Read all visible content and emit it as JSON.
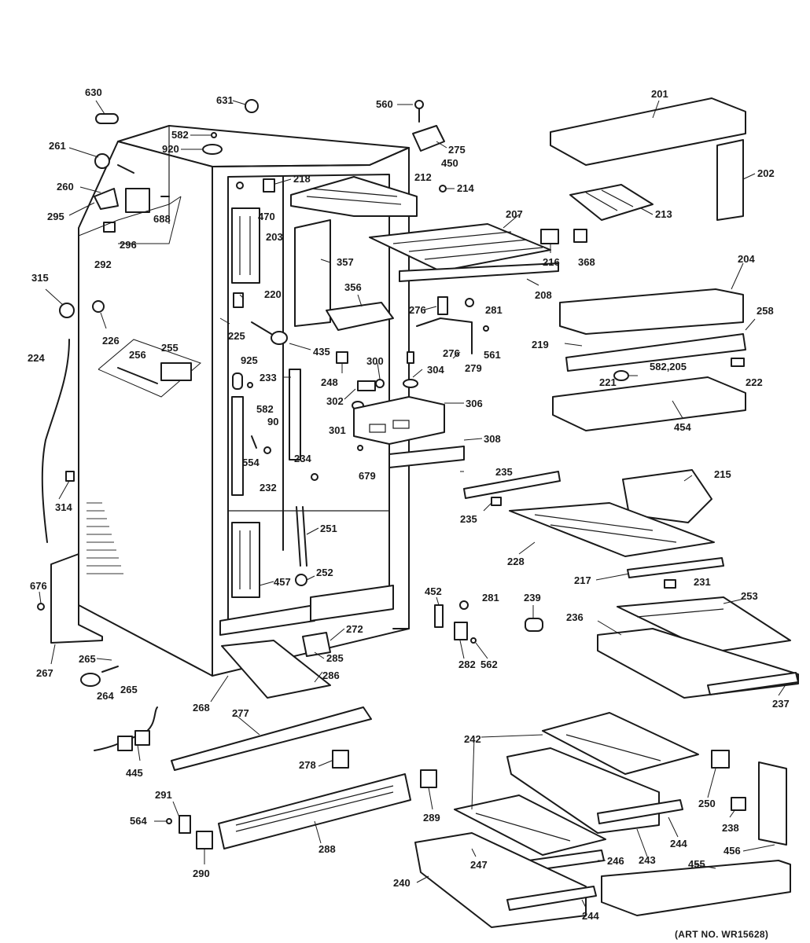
{
  "art_number": "(ART NO. WR15628)",
  "part_labels": {
    "p630": "630",
    "p631": "631",
    "p560": "560",
    "p201": "201",
    "p582a": "582",
    "p920": "920",
    "p261": "261",
    "p275": "275",
    "p450": "450",
    "p212": "212",
    "p218": "218",
    "p214": "214",
    "p202": "202",
    "p260": "260",
    "p295": "295",
    "p688": "688",
    "p470": "470",
    "p213": "213",
    "p207": "207",
    "p292": "292",
    "p296": "296",
    "p203": "203",
    "p357": "357",
    "p216": "216",
    "p368": "368",
    "p204": "204",
    "p315": "315",
    "p220": "220",
    "p356": "356",
    "p208": "208",
    "p276a": "276",
    "p281a": "281",
    "p258": "258",
    "p226": "226",
    "p225": "225",
    "p435": "435",
    "p276b": "276",
    "p561": "561",
    "p219": "219",
    "p224": "224",
    "p256": "256",
    "p255": "255",
    "p925": "925",
    "p300": "300",
    "p279": "279",
    "p304": "304",
    "p233": "233",
    "p248": "248",
    "p582205": "582,205",
    "p221": "221",
    "p222": "222",
    "p302": "302",
    "p582b": "582",
    "p306": "306",
    "p454": "454",
    "p90": "90",
    "p301": "301",
    "p554": "554",
    "p308": "308",
    "p234": "234",
    "p679": "679",
    "p235a": "235",
    "p215": "215",
    "p232": "232",
    "p314": "314",
    "p235b": "235",
    "p251": "251",
    "p228": "228",
    "p252": "252",
    "p217": "217",
    "p231": "231",
    "p457": "457",
    "p676": "676",
    "p452": "452",
    "p281b": "281",
    "p239": "239",
    "p253": "253",
    "p236": "236",
    "p272": "272",
    "p265a": "265",
    "p285": "285",
    "p282": "282",
    "p562": "562",
    "p267": "267",
    "p286": "286",
    "p264": "264",
    "p265b": "265",
    "p237": "237",
    "p268": "268",
    "p277": "277",
    "p242": "242",
    "p278": "278",
    "p445": "445",
    "p250": "250",
    "p291": "291",
    "p289": "289",
    "p564": "564",
    "p244a": "244",
    "p238": "238",
    "p288": "288",
    "p456": "456",
    "p247": "247",
    "p246": "246",
    "p243": "243",
    "p290": "290",
    "p455": "455",
    "p240": "240",
    "p244b": "244"
  }
}
